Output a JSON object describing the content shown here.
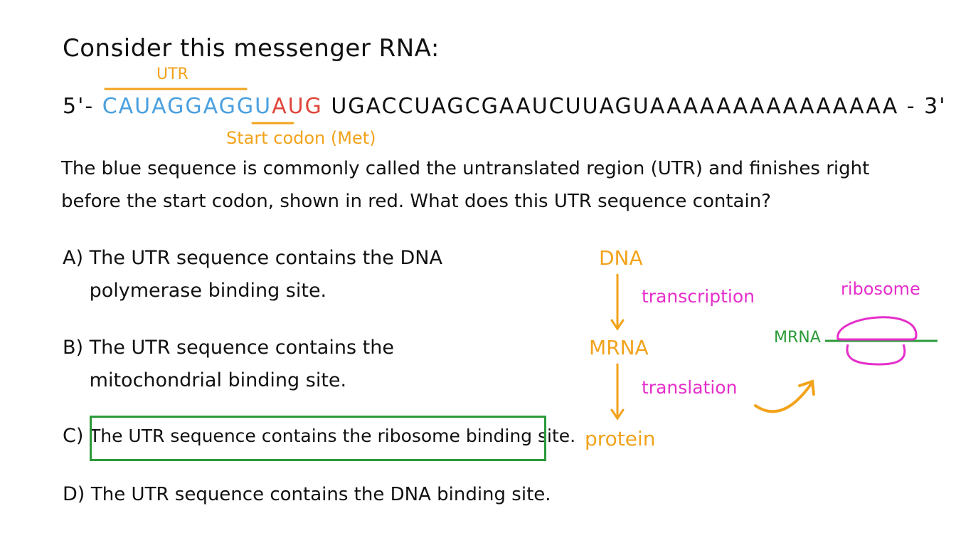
{
  "question": {
    "intro": "Consider this messenger RNA:",
    "utr_label": "UTR",
    "sequence": {
      "prefix": "5'- ",
      "utr": "CAUAGGAGGU",
      "start_codon": "AUG",
      "rest": " UGACCUAGCGAAUCUUAGUAAAAAAAAAAAAAAA",
      "suffix": " - 3'"
    },
    "start_codon_label": "Start codon (Met)",
    "prompt": "The blue sequence is commonly called the untranslated region (UTR) and finishes right before the start codon, shown in red. What does this UTR sequence contain?"
  },
  "options": [
    {
      "letter": "A)",
      "text": "The UTR sequence contains the DNA polymerase binding site."
    },
    {
      "letter": "B)",
      "text": "The UTR sequence contains the mitochondrial binding site."
    },
    {
      "letter": "C)",
      "text": "The UTR sequence contains the ribosome binding site."
    },
    {
      "letter": "D)",
      "text": "The UTR sequence contains the DNA binding site."
    }
  ],
  "selected_answer": "C)",
  "diagram": {
    "dna": "DNA",
    "transcription": "transcription",
    "mrna": "MRNA",
    "translation": "translation",
    "protein": "protein",
    "ribosome_label": "ribosome",
    "ribosome_mrna_label": "MRNA"
  },
  "colors": {
    "utr_blue": "#4aa0df",
    "start_red": "#e0463b",
    "annotation_orange": "#f2a31b",
    "magenta": "#e62ecb",
    "answer_green": "#2b9a38"
  }
}
